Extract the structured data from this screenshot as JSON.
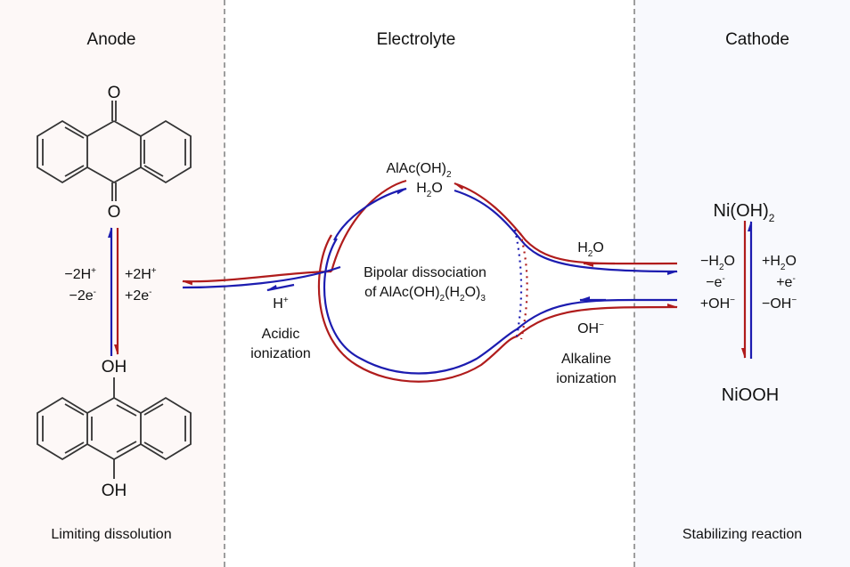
{
  "sections": {
    "anode": {
      "title": "Anode",
      "footer": "Limiting dissolution",
      "background": "#fdf8f7"
    },
    "electrolyte": {
      "title": "Electrolyte"
    },
    "cathode": {
      "title": "Cathode",
      "footer": "Stabilizing reaction",
      "background": "#f8f9fd"
    }
  },
  "colors": {
    "red_arrow": "#b01c1c",
    "blue_arrow": "#1c1cb0",
    "divider": "#9e9e9e"
  },
  "anode": {
    "top_molecule": {
      "name": "anthraquinone",
      "top_atom": "O",
      "bottom_atom": "O"
    },
    "bottom_molecule": {
      "name": "9,10-dihydroxyanthracene",
      "top_group": "OH",
      "bottom_group": "OH"
    },
    "left_labels": {
      "line1": "−2H",
      "line1_sup": "+",
      "line2": "−2e",
      "line2_sup": "-"
    },
    "right_labels": {
      "line1": "+2H",
      "line1_sup": "+",
      "line2": "+2e",
      "line2_sup": "-"
    }
  },
  "electrolyte": {
    "top_species": {
      "line1": "AlAc(OH)",
      "line1_sub": "2",
      "line2_a": "H",
      "line2_sub": "2",
      "line2_b": "O"
    },
    "center_text": {
      "line1": "Bipolar dissociation",
      "line2_a": "of AlAc(OH)",
      "line2_sub1": "2",
      "line2_b": "(H",
      "line2_sub2": "2",
      "line2_c": "O)",
      "line2_sub3": "3"
    },
    "h_plus": {
      "text": "H",
      "sup": "+"
    },
    "acidic": {
      "line1": "Acidic",
      "line2": "ionization"
    },
    "h2o": {
      "a": "H",
      "sub": "2",
      "b": "O"
    },
    "oh_minus": {
      "text": "OH",
      "sup": "−"
    },
    "alkaline": {
      "line1": "Alkaline",
      "line2": "ionization"
    }
  },
  "cathode": {
    "top_species": {
      "text": "Ni(OH)",
      "sub": "2"
    },
    "bottom_species": {
      "text": "NiOOH"
    },
    "left_labels": {
      "l1_a": "−H",
      "l1_sub": "2",
      "l1_b": "O",
      "l2": "−e",
      "l2_sup": "-",
      "l3": "+OH",
      "l3_sup": "−"
    },
    "right_labels": {
      "l1_a": "+H",
      "l1_sub": "2",
      "l1_b": "O",
      "l2": "+e",
      "l2_sup": "-",
      "l3": "−OH",
      "l3_sup": "−"
    }
  }
}
